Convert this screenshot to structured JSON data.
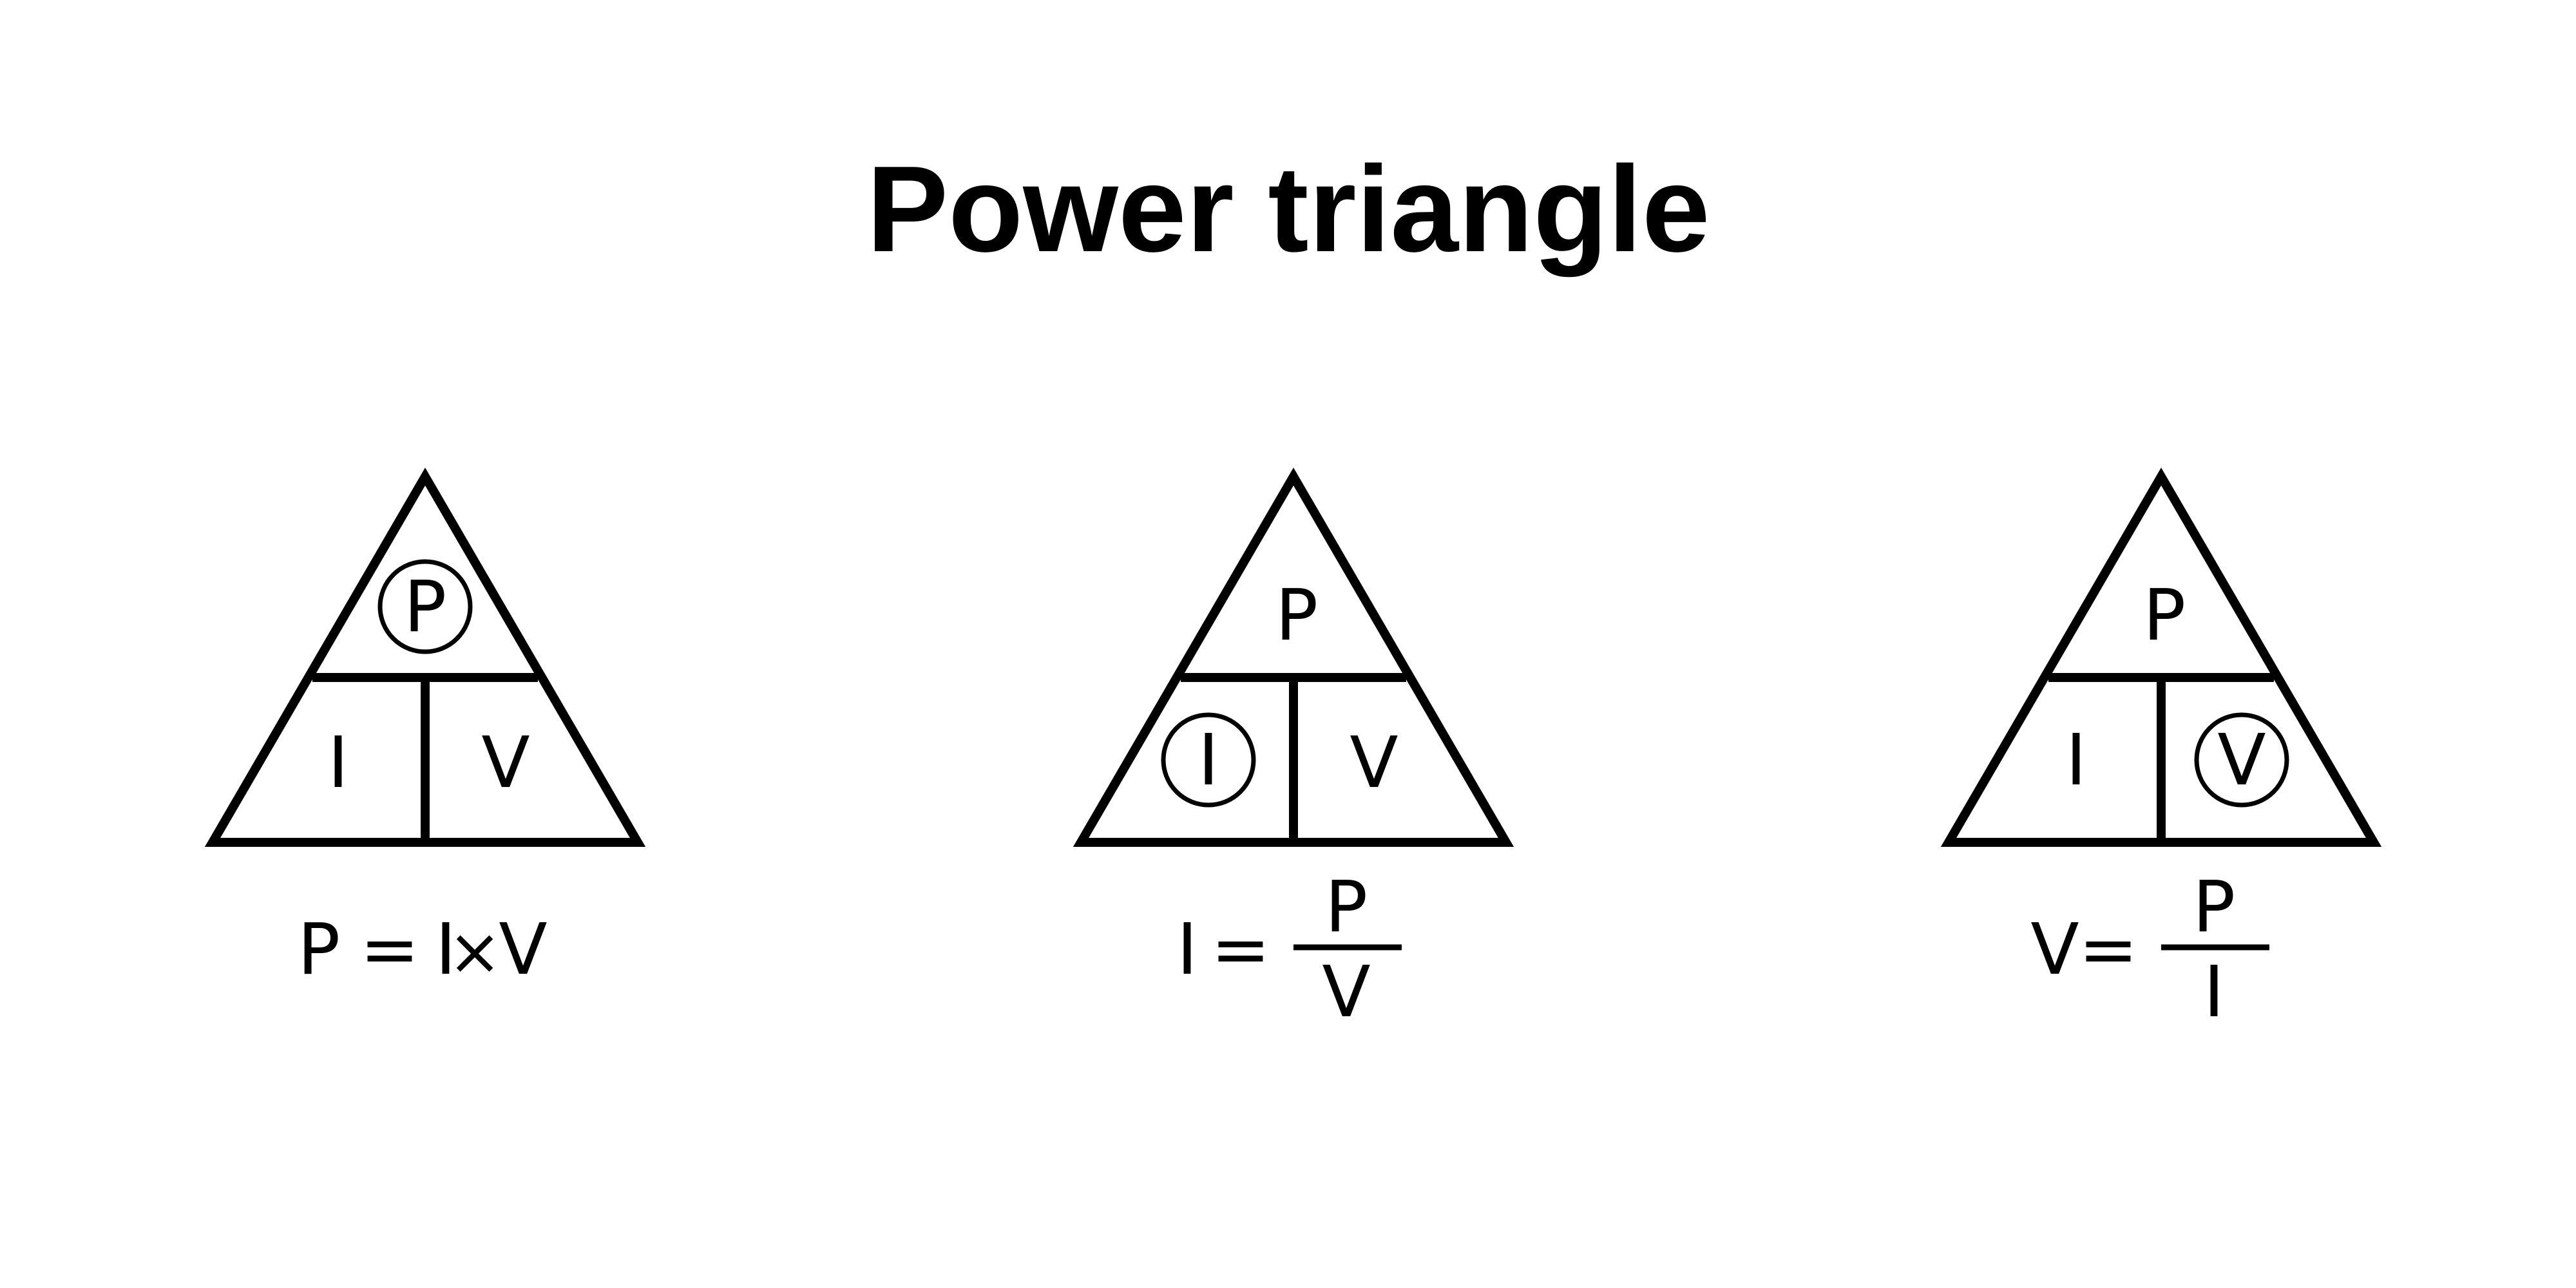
{
  "title": "Power triangle",
  "colors": {
    "ink": "#000000",
    "background": "#ffffff"
  },
  "triangles": [
    {
      "top": "P",
      "left": "I",
      "right": "V",
      "highlighted": "top",
      "formula": {
        "kind": "product",
        "lhs": "P",
        "eq": "=",
        "a": "I",
        "op": "×",
        "b": "V"
      }
    },
    {
      "top": "P",
      "left": "I",
      "right": "V",
      "highlighted": "left",
      "formula": {
        "kind": "fraction",
        "lhs": "I",
        "eq": "=",
        "num": "P",
        "den": "V"
      }
    },
    {
      "top": "P",
      "left": "I",
      "right": "V",
      "highlighted": "right",
      "formula": {
        "kind": "fraction",
        "lhs": "V",
        "eq": "=",
        "num": "P",
        "den": "I"
      }
    }
  ]
}
